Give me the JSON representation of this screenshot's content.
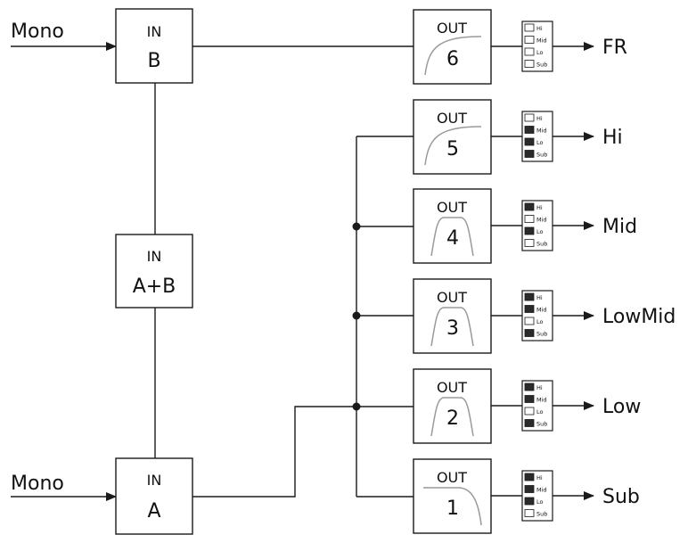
{
  "inputs": {
    "b": {
      "in_label": "IN",
      "name": "B",
      "source_label": "Mono"
    },
    "ab": {
      "in_label": "IN",
      "name": "A+B"
    },
    "a": {
      "in_label": "IN",
      "name": "A",
      "source_label": "Mono"
    }
  },
  "switch_labels": [
    "Hi",
    "Mid",
    "Lo",
    "Sub"
  ],
  "outputs": [
    {
      "out_label": "OUT",
      "number": "6",
      "destination": "FR",
      "filter": "highpass",
      "switches": [
        "on",
        "on",
        "on",
        "on"
      ]
    },
    {
      "out_label": "OUT",
      "number": "5",
      "destination": "Hi",
      "filter": "highpass",
      "switches": [
        "on",
        "off",
        "off",
        "off"
      ]
    },
    {
      "out_label": "OUT",
      "number": "4",
      "destination": "Mid",
      "filter": "bandpass",
      "switches": [
        "off",
        "on",
        "off",
        "on"
      ]
    },
    {
      "out_label": "OUT",
      "number": "3",
      "destination": "LowMid",
      "filter": "bandpass",
      "switches": [
        "off",
        "off",
        "on",
        "off"
      ]
    },
    {
      "out_label": "OUT",
      "number": "2",
      "destination": "Low",
      "filter": "bandpass",
      "switches": [
        "off",
        "off",
        "on",
        "off"
      ]
    },
    {
      "out_label": "OUT",
      "number": "1",
      "destination": "Sub",
      "filter": "lowpass",
      "switches": [
        "off",
        "off",
        "off",
        "on"
      ]
    }
  ]
}
